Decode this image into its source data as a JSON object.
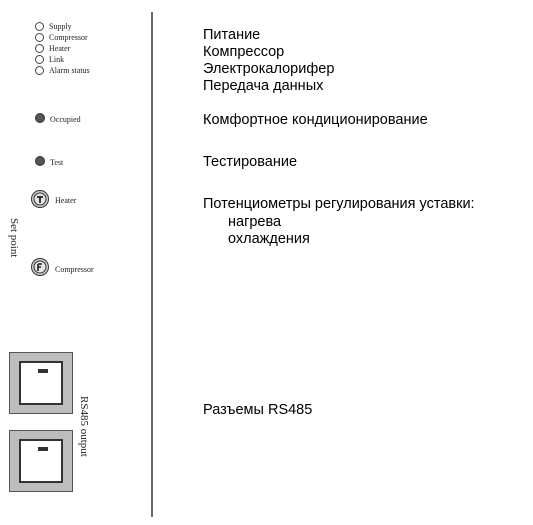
{
  "indicators": [
    {
      "label": "Supply"
    },
    {
      "label": "Compressor"
    },
    {
      "label": "Heater"
    },
    {
      "label": "Link"
    },
    {
      "label": "Alarm status"
    }
  ],
  "occupied_label": "Occupied",
  "test_label": "Test",
  "set_point_label": "Set point",
  "knobs": {
    "heater": "Heater",
    "compressor": "Compressor"
  },
  "rs485_label": "RS485 output",
  "descriptions": {
    "lines": [
      "Питание",
      "Компрессор",
      "Электрокалорифер",
      "Передача данных"
    ],
    "comfort": "Комфортное кондиционирование",
    "testing": "Тестирование",
    "setpoint_title": "Потенциометры регулирования уставки:",
    "setpoint_sub": [
      "нагрева",
      "охлаждения"
    ],
    "connectors": "Разъемы RS485"
  }
}
